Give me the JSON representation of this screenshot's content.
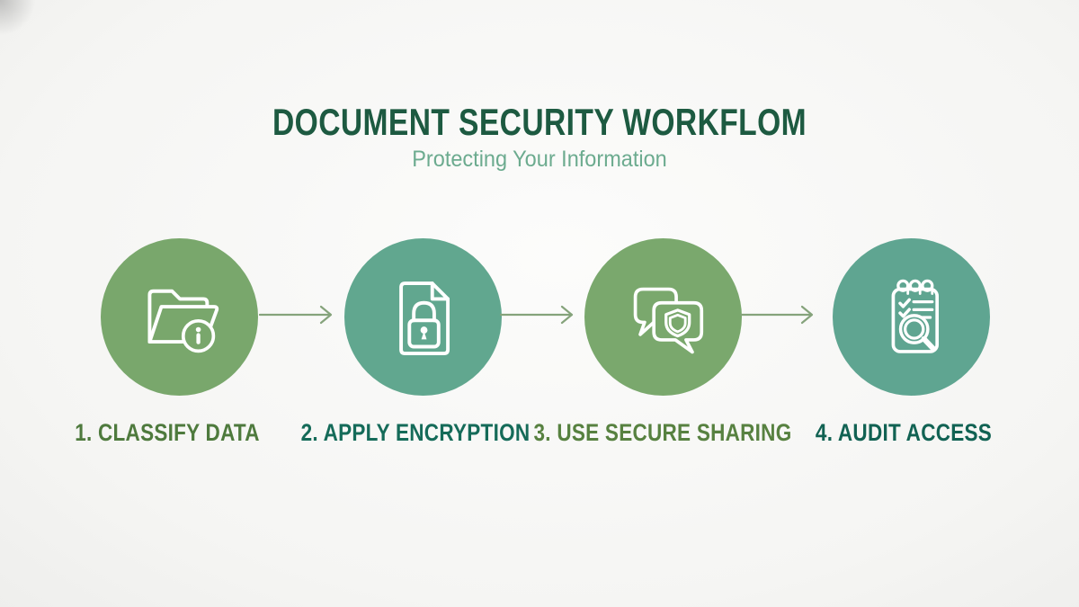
{
  "header": {
    "title": "DOCUMENT SECURITY WORKFLOM",
    "subtitle": "Protecting Your Information"
  },
  "steps": [
    {
      "label": "1. CLASSIFY DATA",
      "icon": "folder-info-icon",
      "circle_color": "#79a76c",
      "label_color": "#4e7a3d"
    },
    {
      "label": "2. APPLY ENCRYPTION",
      "icon": "document-lock-icon",
      "circle_color": "#61a78f",
      "label_color": "#156b59"
    },
    {
      "label": "3. USE SECURE SHARING",
      "icon": "chat-shield-icon",
      "circle_color": "#7aa86d",
      "label_color": "#578140"
    },
    {
      "label": "4. AUDIT ACCESS",
      "icon": "notepad-search-icon",
      "circle_color": "#5fa591",
      "label_color": "#116253"
    }
  ],
  "colors": {
    "title": "#1d5a41",
    "subtitle": "#6cab8f",
    "arrow": "#85a37b",
    "icon_stroke": "#ffffff",
    "background": "#f5f5f3"
  }
}
